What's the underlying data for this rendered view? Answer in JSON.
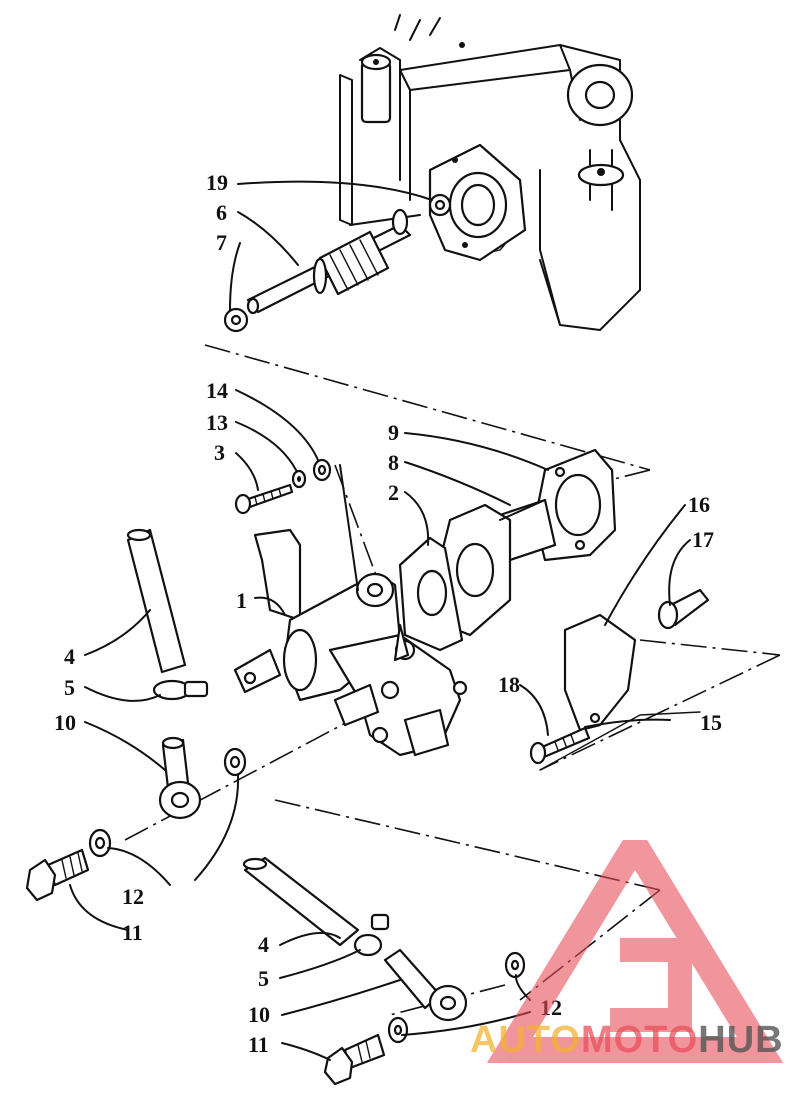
{
  "callouts": {
    "c19": "19",
    "c6": "6",
    "c7": "7",
    "c14": "14",
    "c13": "13",
    "c3": "3",
    "c9": "9",
    "c8": "8",
    "c2": "2",
    "c16": "16",
    "c17": "17",
    "c1": "1",
    "c4a": "4",
    "c5a": "5",
    "c10a": "10",
    "c18": "18",
    "c15": "15",
    "c12a": "12",
    "c11a": "11",
    "c4b": "4",
    "c5b": "5",
    "c10b": "10",
    "c12b": "12",
    "c11b": "11"
  },
  "watermark": {
    "auto": "AUTO",
    "moto": "MOTO",
    "hub": "HUB",
    "colors": {
      "auto": "#f2b233",
      "moto": "#e8505b",
      "hub": "#555555",
      "triangle": "#e8505b"
    }
  }
}
